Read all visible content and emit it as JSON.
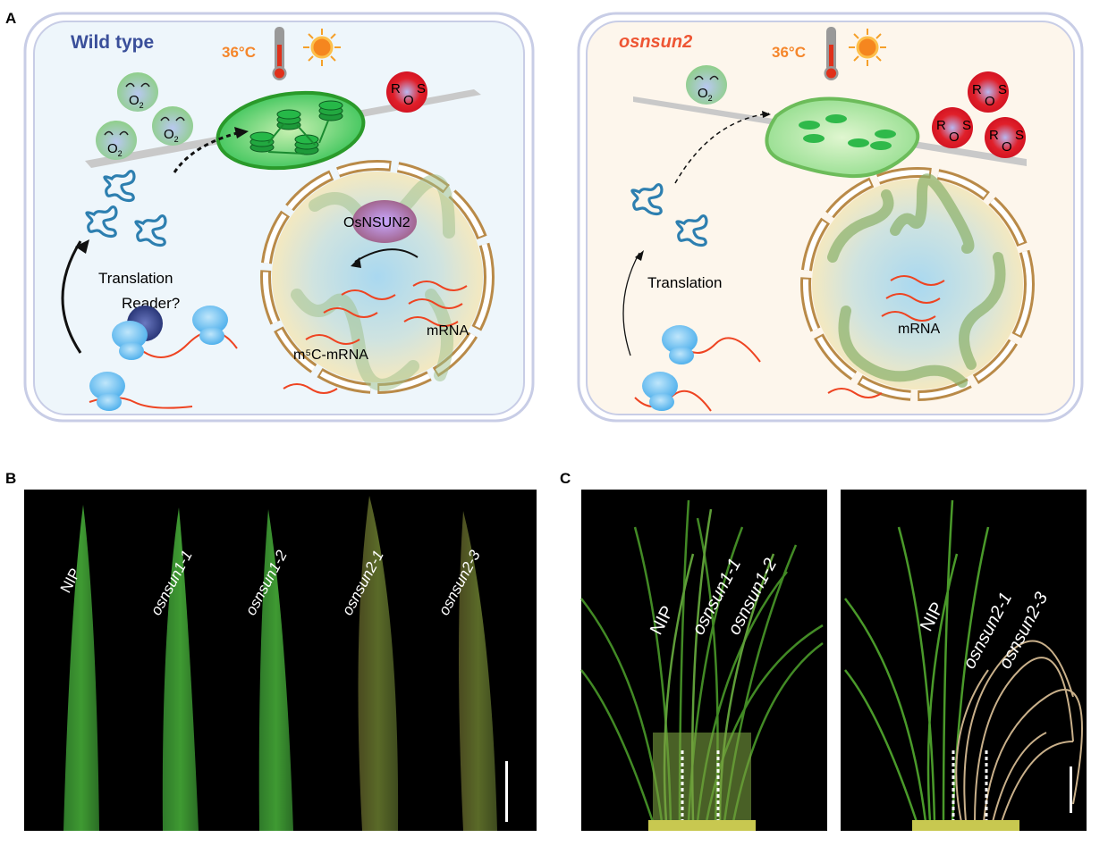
{
  "panel_labels": {
    "a": "A",
    "b": "B",
    "c": "C"
  },
  "panel_a": {
    "wild_type": {
      "title": "Wild type",
      "temperature": "36°C",
      "o2": "O",
      "o2_sub": "2",
      "ros": [
        "R",
        "O",
        "S"
      ],
      "enzyme": "OsNSUN2",
      "translation": "Translation",
      "reader": "Reader?",
      "m5c_mrna": "m⁵C-mRNA",
      "mrna": "mRNA"
    },
    "mutant": {
      "title": "osnsun2",
      "temperature": "36°C",
      "o2": "O",
      "o2_sub": "2",
      "ros": [
        "R",
        "O",
        "S"
      ],
      "translation": "Translation",
      "mrna": "mRNA"
    },
    "colors": {
      "wild_type_bg": "#eef6fb",
      "mutant_bg": "#fdf6ec",
      "wild_type_title": "#3a4f9a",
      "mutant_title": "#ee5533",
      "temperature": "#f5862b",
      "ros": "#e0202a",
      "o2": "#8fcf8a"
    }
  },
  "panel_b": {
    "leaves": [
      "NIP",
      "osnsun1-1",
      "osnsun1-2",
      "osnsun2-1",
      "osnsun2-3"
    ]
  },
  "panel_c": {
    "left_labels": [
      "NIP",
      "osnsun1-1",
      "osnsun1-2"
    ],
    "right_labels": [
      "NIP",
      "osnsun2-1",
      "osnsun2-3"
    ]
  }
}
